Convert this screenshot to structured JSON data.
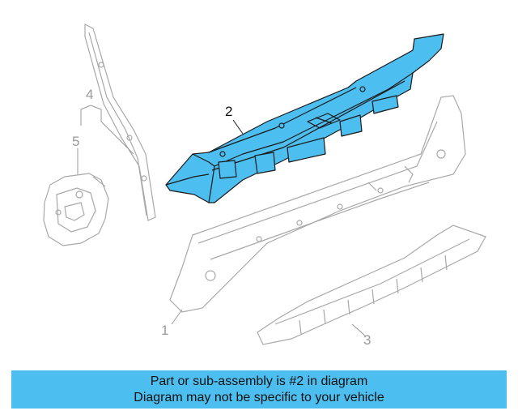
{
  "colors": {
    "highlight_part": "#4dbef0",
    "line_gray": "#a8a8a8",
    "line_dark": "#1a1a1a",
    "banner_bg": "#4dbef0"
  },
  "callouts": {
    "part1": "1",
    "part2": "2",
    "part3": "3",
    "part4": "4",
    "part5": "5"
  },
  "banner": {
    "line1": "Part or sub-assembly is #2 in diagram",
    "line2": "Diagram may not be specific to your vehicle"
  }
}
